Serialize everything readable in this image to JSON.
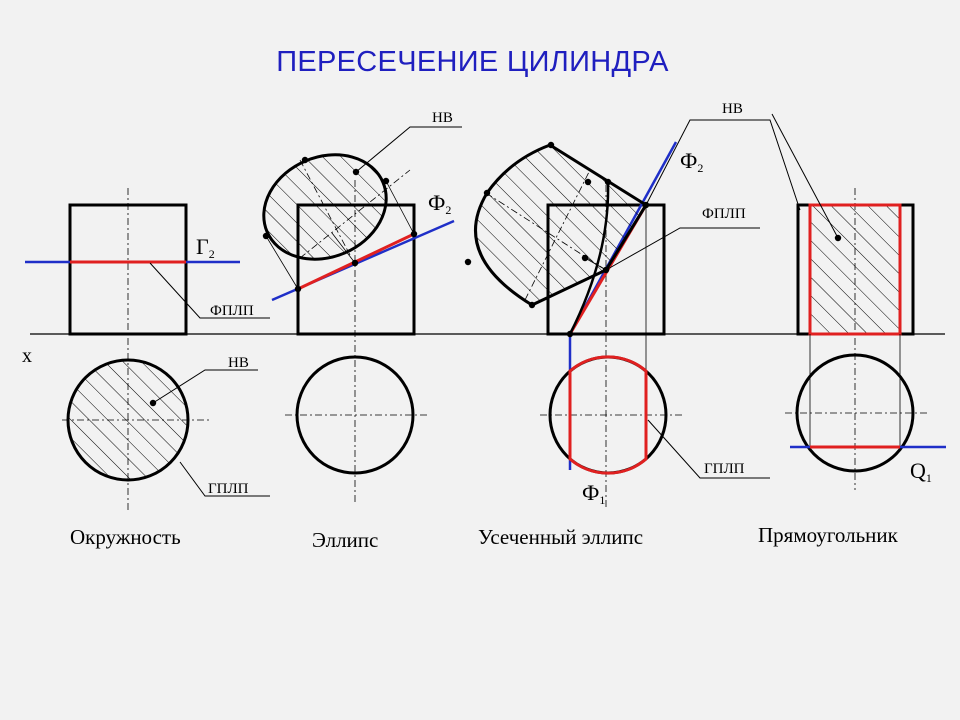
{
  "title": "ПЕРЕСЕЧЕНИЕ ЦИЛИНДРА",
  "axis_label": "x",
  "labels": {
    "nv": "НВ",
    "fplp": "ФПЛП",
    "gplp": "ГПЛП",
    "gamma_main": "Г",
    "gamma_sub": "2",
    "phi_main": "Ф",
    "phi2_sub": "2",
    "phi1_sub": "1",
    "q_main": "Q",
    "q_sub": "1"
  },
  "captions": {
    "circle": "Окружность",
    "ellipse": "Эллипс",
    "truncated_ellipse": "Усеченный эллипс",
    "rectangle": "Прямоугольник"
  },
  "colors": {
    "background": "#f2f2f2",
    "title": "#1f1fbf",
    "plane": "#1f2fc8",
    "section": "#e02020",
    "outline": "#000000"
  }
}
